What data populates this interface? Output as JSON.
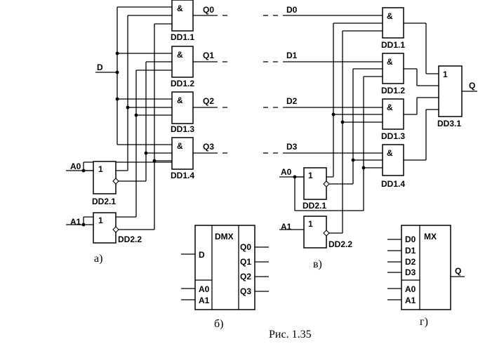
{
  "a": {
    "gate_symbol": "&",
    "gates": [
      "DD1.1",
      "DD1.2",
      "DD1.3",
      "DD1.4"
    ],
    "outputs": [
      "Q0",
      "Q1",
      "Q2",
      "Q3"
    ],
    "input": "D",
    "addr": [
      "A0",
      "A1"
    ],
    "ff_symbol": "1",
    "inverters": [
      "DD2.1",
      "DD2.2"
    ],
    "label": "а)"
  },
  "b": {
    "title": "DMX",
    "input": "D",
    "addr": [
      "A0",
      "A1"
    ],
    "outputs": [
      "Q0",
      "Q1",
      "Q2",
      "Q3"
    ],
    "label": "б)"
  },
  "v": {
    "gate_symbol": "&",
    "inputs": [
      "D0",
      "D1",
      "D2",
      "D3"
    ],
    "gates": [
      "DD1.1",
      "DD1.2",
      "DD1.3",
      "DD1.4"
    ],
    "or_symbol": "1",
    "or_gate": "DD3.1",
    "output": "Q",
    "addr": [
      "A0",
      "A1"
    ],
    "ff_symbol": "1",
    "inverters": [
      "DD2.1",
      "DD2.2"
    ],
    "label": "в)"
  },
  "g": {
    "title": "MX",
    "inputs": [
      "D0",
      "D1",
      "D2",
      "D3"
    ],
    "addr": [
      "A0",
      "A1"
    ],
    "output": "Q",
    "label": "г)"
  },
  "caption": "Рис. 1.35"
}
